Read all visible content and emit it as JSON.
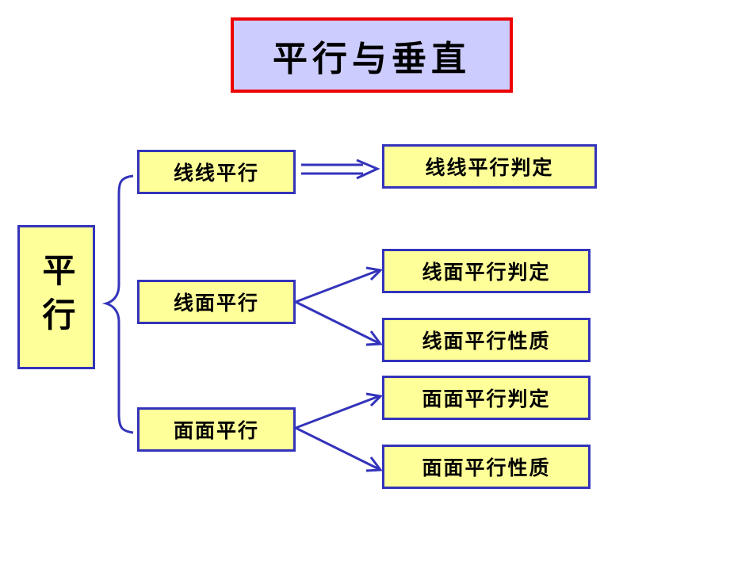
{
  "title": "平行与垂直",
  "root": "平行",
  "categories": [
    {
      "label": "线线平行",
      "children": [
        "线线平行判定"
      ]
    },
    {
      "label": "线面平行",
      "children": [
        "线面平行判定",
        "线面平行性质"
      ]
    },
    {
      "label": "面面平行",
      "children": [
        "面面平行判定",
        "面面平行性质"
      ]
    }
  ],
  "colors": {
    "box_fill": "#ffff99",
    "box_border": "#3333bb",
    "title_fill": "#ccccff",
    "title_border": "#ee0000",
    "connector": "#3333bb"
  }
}
